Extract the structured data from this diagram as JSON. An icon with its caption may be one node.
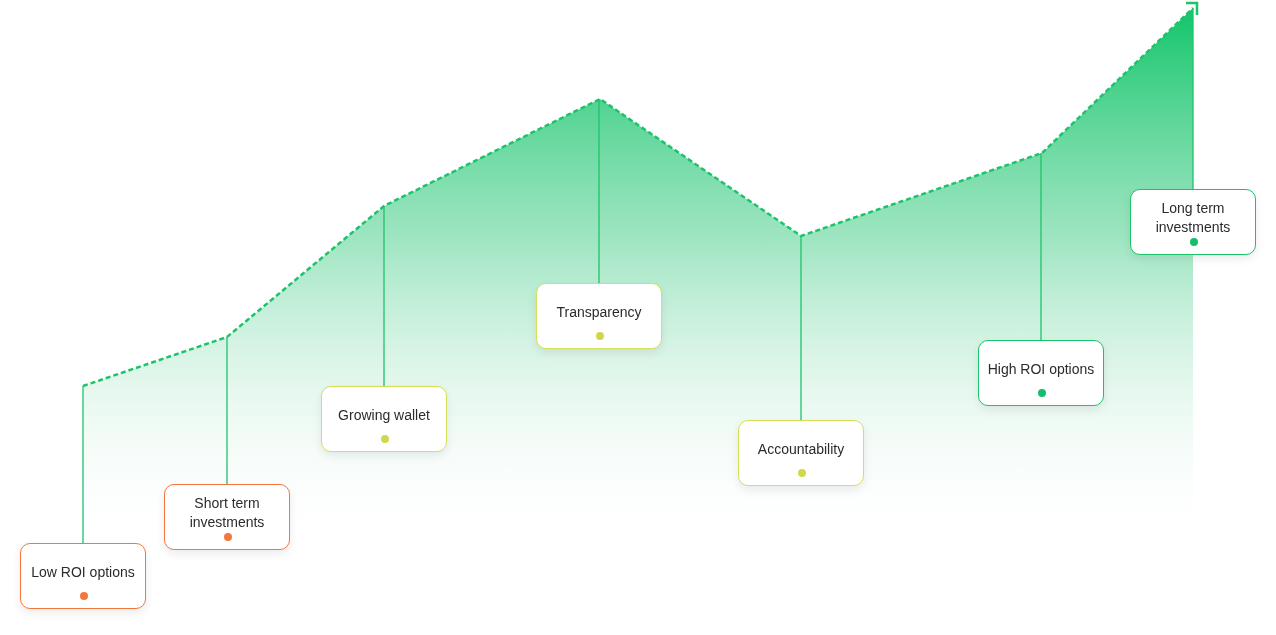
{
  "diagram": {
    "nodes": [
      {
        "text": [
          "Low ROI options"
        ]
      },
      {
        "text": [
          "Short term investments"
        ]
      },
      {
        "text": [
          "Growing wallet"
        ]
      },
      {
        "text": [
          "Transparency"
        ]
      },
      {
        "text": [
          "Accountability"
        ]
      },
      {
        "text": [
          "High ROI options"
        ]
      },
      {
        "text": [
          "Long term investments"
        ]
      }
    ],
    "edges": [
      {
        "from": 0,
        "to": null,
        "arrow": "none"
      },
      {
        "from": 1,
        "to": null,
        "arrow": "none"
      },
      {
        "from": 2,
        "to": null,
        "arrow": "none"
      },
      {
        "from": 3,
        "to": null,
        "arrow": "none"
      },
      {
        "from": 4,
        "to": null,
        "arrow": "none"
      },
      {
        "from": 5,
        "to": null,
        "arrow": "none"
      },
      {
        "from": 6,
        "to": null,
        "arrow": "none"
      }
    ]
  }
}
